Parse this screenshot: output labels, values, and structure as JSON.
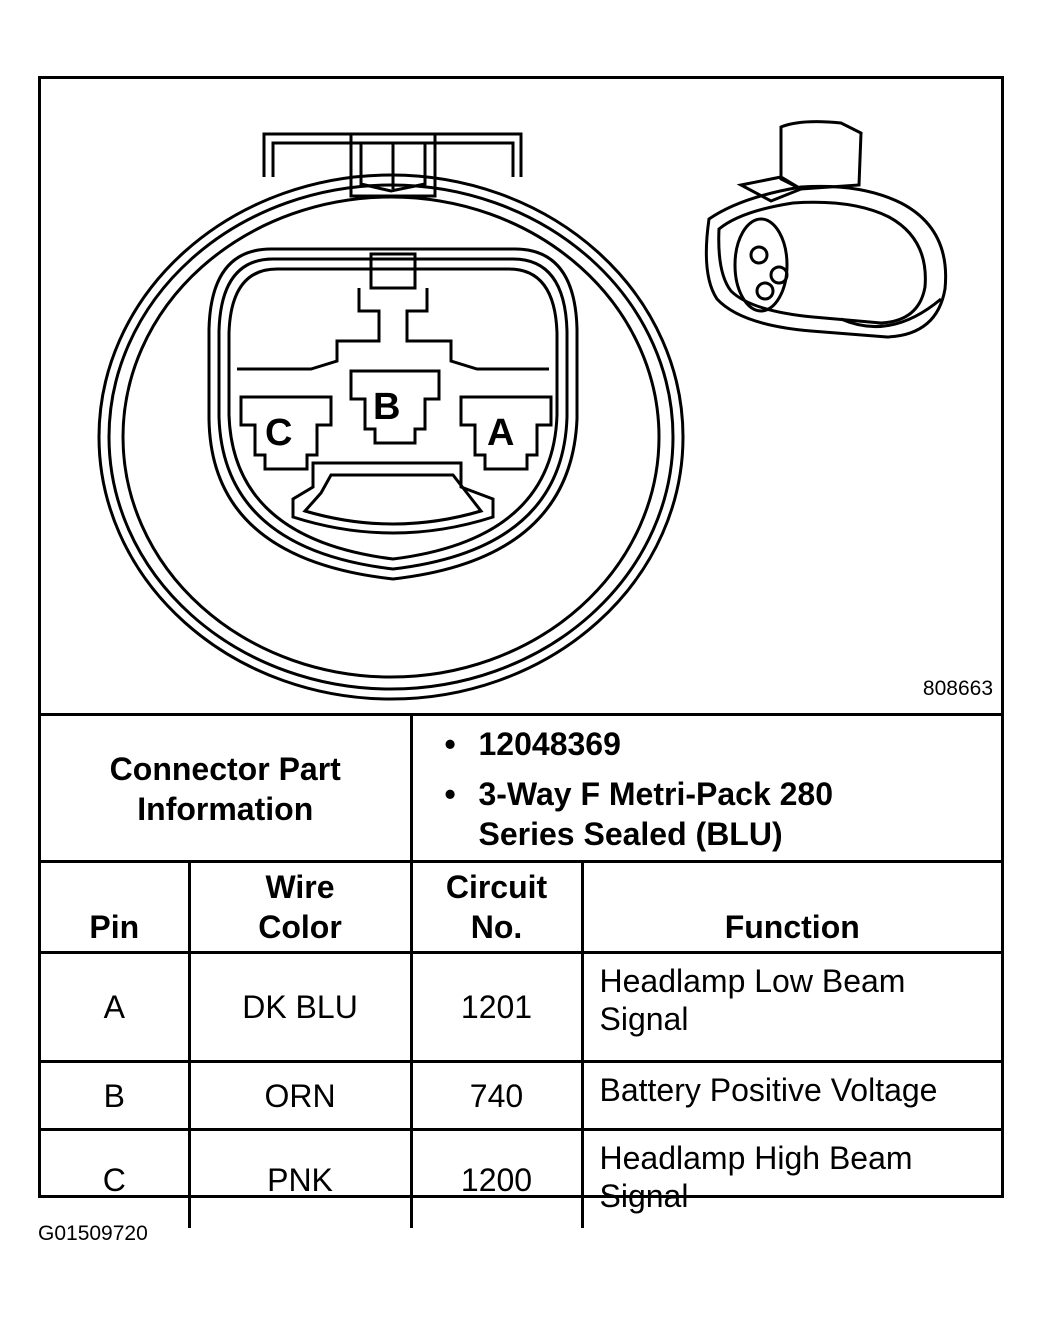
{
  "figure": {
    "id": "808663",
    "pin_labels": [
      "C",
      "B",
      "A"
    ]
  },
  "connector_part_info": {
    "label": "Connector Part Information",
    "items": [
      "12048369",
      "3-Way F Metri-Pack 280 Series Sealed (BLU)"
    ]
  },
  "pin_table": {
    "headers": [
      "Pin",
      "Wire Color",
      "Circuit No.",
      "Function"
    ],
    "rows": [
      {
        "pin": "A",
        "wire_color": "DK BLU",
        "circuit": "1201",
        "function": "Headlamp Low Beam Signal"
      },
      {
        "pin": "B",
        "wire_color": "ORN",
        "circuit": "740",
        "function": "Battery Positive Voltage"
      },
      {
        "pin": "C",
        "wire_color": "PNK",
        "circuit": "1200",
        "function": "Headlamp High Beam Signal"
      }
    ]
  },
  "document_id": "G01509720"
}
